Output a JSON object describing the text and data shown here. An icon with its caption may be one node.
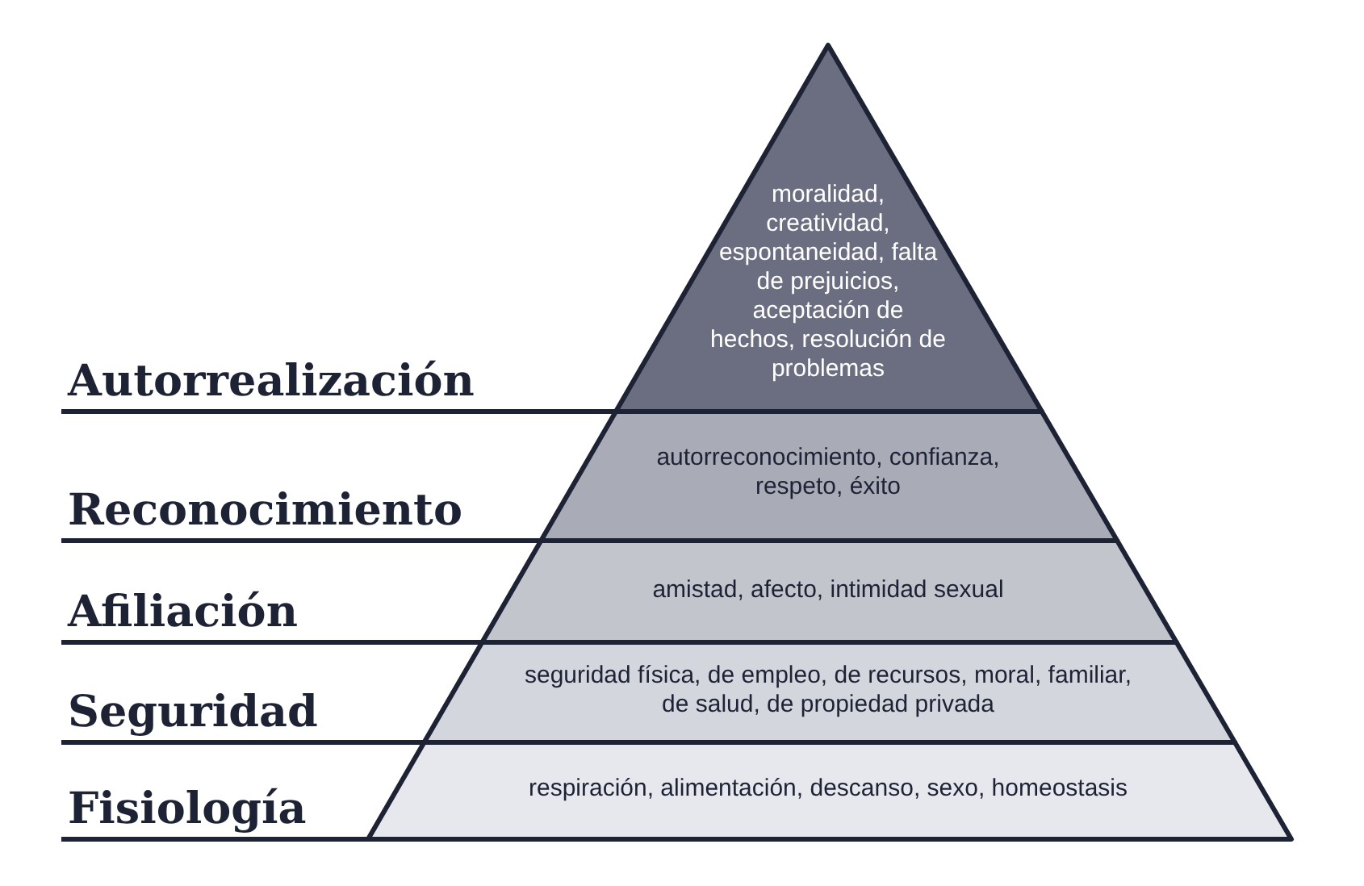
{
  "diagram": {
    "nodes": [
      {
        "text": [
          "Autorrealización",
          "moralidad, creatividad, espontaneidad, falta de prejuicios, aceptación de hechos, resolución de problemas"
        ]
      },
      {
        "text": [
          "Reconocimiento",
          "autorreconocimiento, confianza, respeto, éxito"
        ]
      },
      {
        "text": [
          "Afiliación",
          "amistad, afecto, intimidad sexual"
        ]
      },
      {
        "text": [
          "Seguridad",
          "seguridad física, de empleo, de recursos, moral, familiar, de salud, de propiedad privada"
        ]
      },
      {
        "text": [
          "Fisiología",
          "respiración, alimentación, descanso, sexo, homeostasis"
        ]
      }
    ]
  }
}
